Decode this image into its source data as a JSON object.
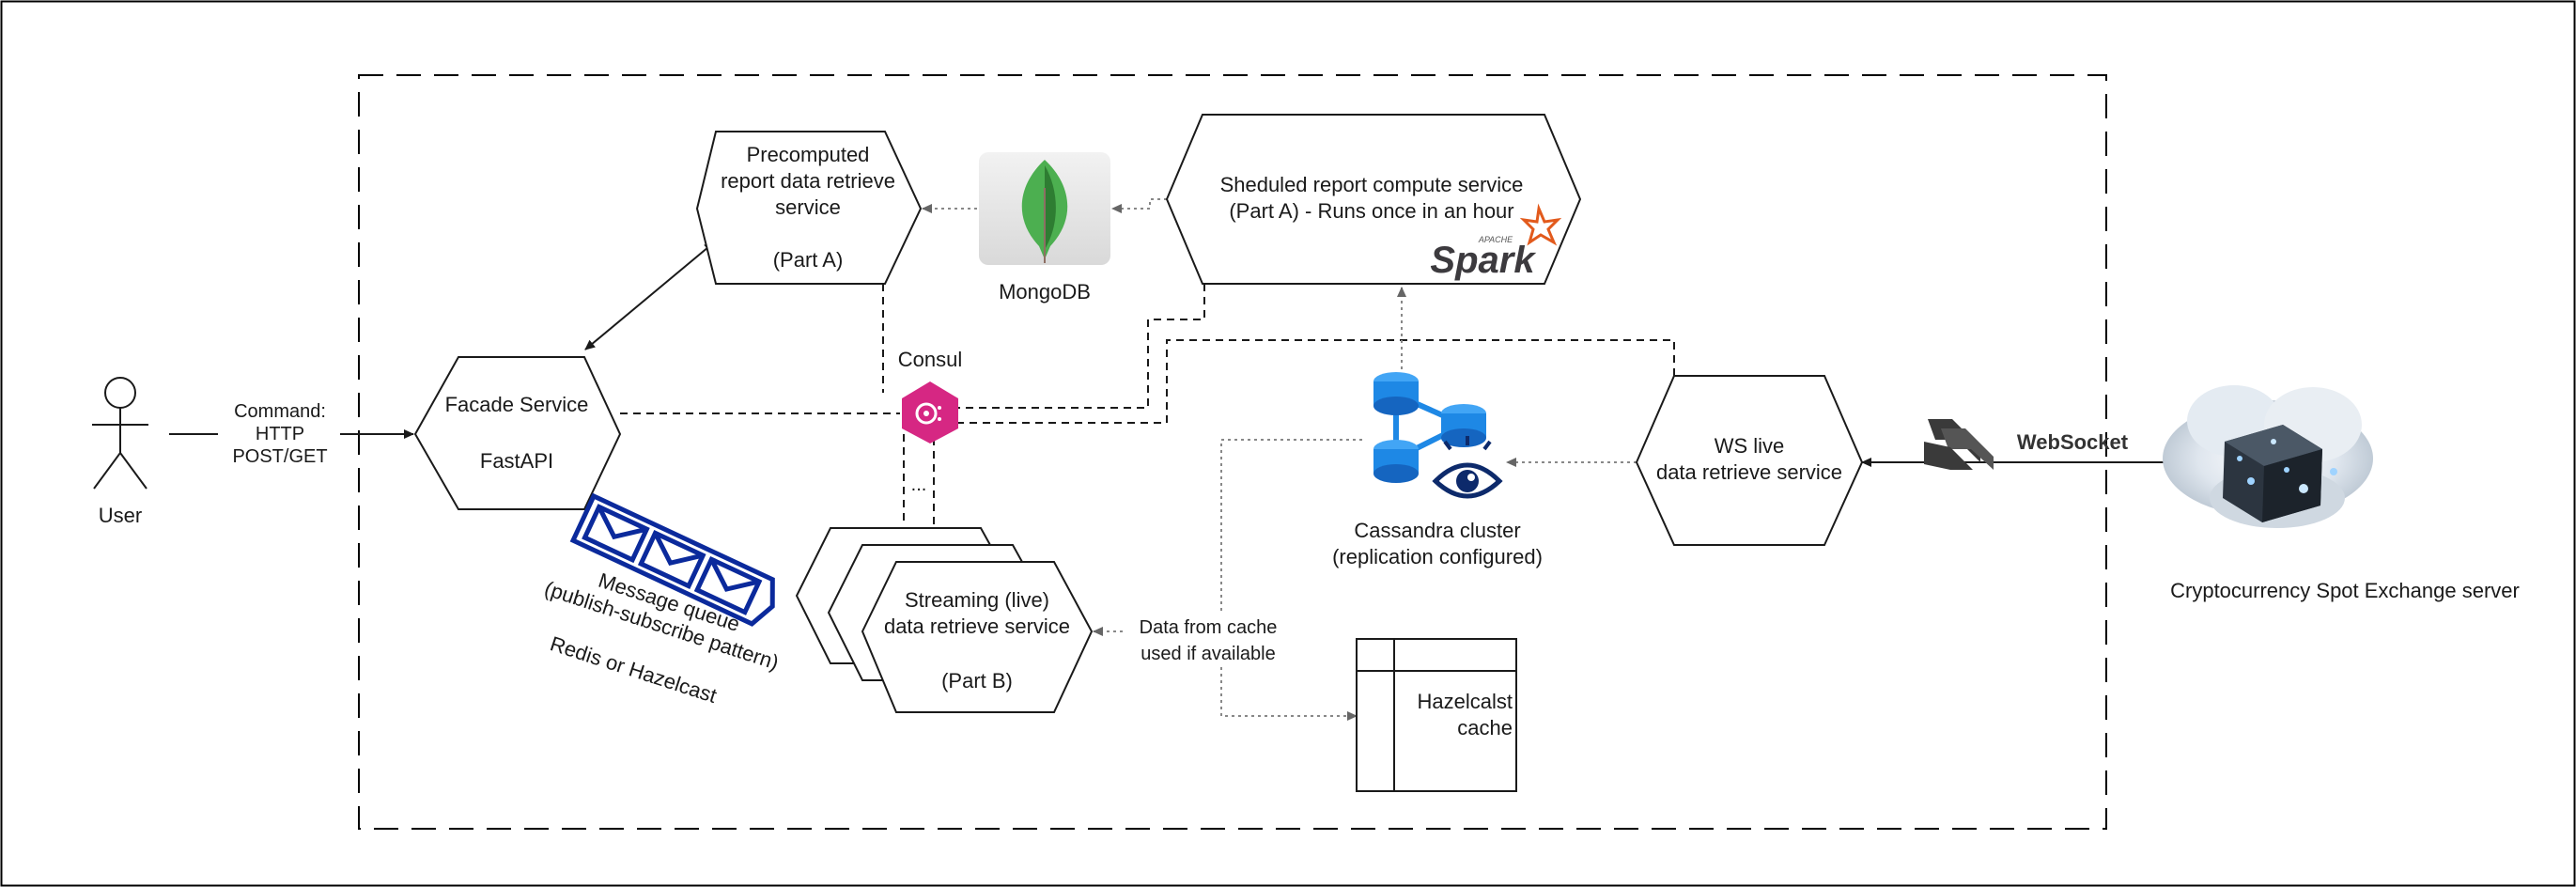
{
  "colors": {
    "frame": "#000000",
    "hexagon_stroke": "#1a1a1a",
    "mongodb_tile": "#e6e6e6",
    "mongodb_leaf": "#4caf50",
    "consul": "#d62783",
    "queue": "#0b2a9c",
    "cassandra": "#1e88e5",
    "spark_orange": "#e25a1c",
    "arrow_dotted": "#666666"
  },
  "nodes": {
    "user": {
      "label": "User"
    },
    "facade": {
      "line1": "Facade Service",
      "line2": "FastAPI"
    },
    "precomputed": {
      "line1": "Precomputed",
      "line2": "report data retrieve",
      "line3": "service",
      "line4": "(Part A)"
    },
    "mongodb": {
      "label": "MongoDB",
      "icon": "mongodb-leaf-icon"
    },
    "spark_service": {
      "line1": "Sheduled report compute service",
      "line2": "(Part A) - Runs once in an hour",
      "logo_top": "APACHE",
      "logo_main": "Spark"
    },
    "consul": {
      "label": "Consul",
      "icon": "consul-icon"
    },
    "streaming": {
      "line1": "Streaming (live)",
      "line2": "data retrieve service",
      "line3": "(Part B)",
      "ellipsis": "..."
    },
    "message_queue": {
      "line1": "Message queue",
      "line2": "(publish-subscribe pattern)",
      "line3": "Redis or Hazelcast"
    },
    "cassandra": {
      "line1": "Cassandra cluster",
      "line2": "(replication configured)"
    },
    "ws_service": {
      "line1": "WS live",
      "line2": "data retrieve service"
    },
    "websocket": {
      "label": "WebSocket"
    },
    "exchange": {
      "label": "Cryptocurrency Spot Exchange server"
    },
    "hazelcast": {
      "line1": "Hazelcalst",
      "line2": "cache"
    }
  },
  "edges": {
    "user_to_facade": {
      "line1": "Command:",
      "line2": "HTTP",
      "line3": "POST/GET"
    },
    "cache_note": {
      "line1": "Data from cache",
      "line2": "used if available"
    }
  }
}
